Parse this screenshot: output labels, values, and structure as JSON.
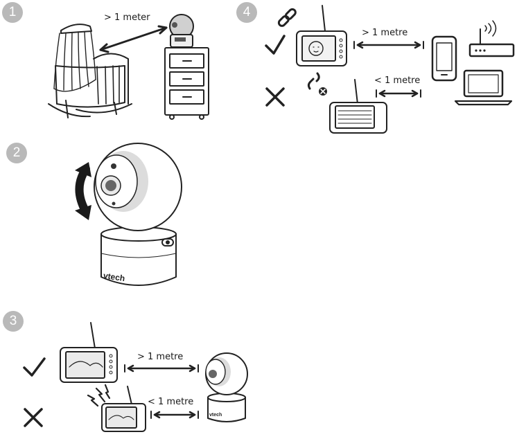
{
  "steps": [
    {
      "number": "1",
      "distance_label": "> 1 meter"
    },
    {
      "number": "2",
      "brand": "vtech"
    },
    {
      "number": "3",
      "far_label": "> 1 metre",
      "near_label": "< 1 metre",
      "brand": "vtech"
    },
    {
      "number": "4",
      "far_label": "> 1 metre",
      "near_label": "< 1 metre"
    }
  ],
  "icons": [
    "check-icon",
    "cross-icon",
    "link-icon",
    "broken-link-icon",
    "phone-icon",
    "router-icon",
    "laptop-icon",
    "interference-icon",
    "rotate-arrow-icon"
  ],
  "colors": {
    "step_badge": "#b9b9b9",
    "line": "#222222",
    "lens_ring": "#d6d6d6"
  }
}
